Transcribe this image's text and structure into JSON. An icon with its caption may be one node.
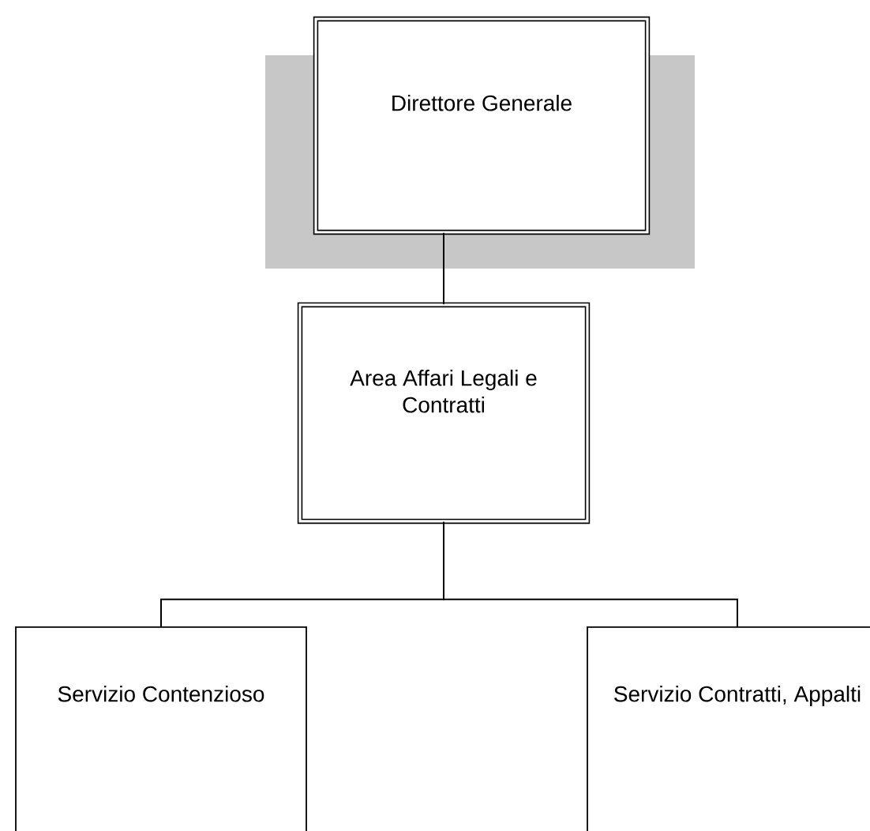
{
  "diagram": {
    "nodes": [
      {
        "text": [
          "Direttore Generale"
        ]
      },
      {
        "text": [
          "Area Affari Legali e Contratti"
        ]
      },
      {
        "text": [
          "Servizio Contenzioso"
        ]
      },
      {
        "text": [
          "Servizio  Contratti, Appalti"
        ]
      }
    ],
    "edges": [
      {
        "from": 0,
        "to": 1,
        "arrow": "none"
      },
      {
        "from": 1,
        "to": 2,
        "arrow": "none"
      },
      {
        "from": 1,
        "to": 3,
        "arrow": "none"
      }
    ]
  }
}
